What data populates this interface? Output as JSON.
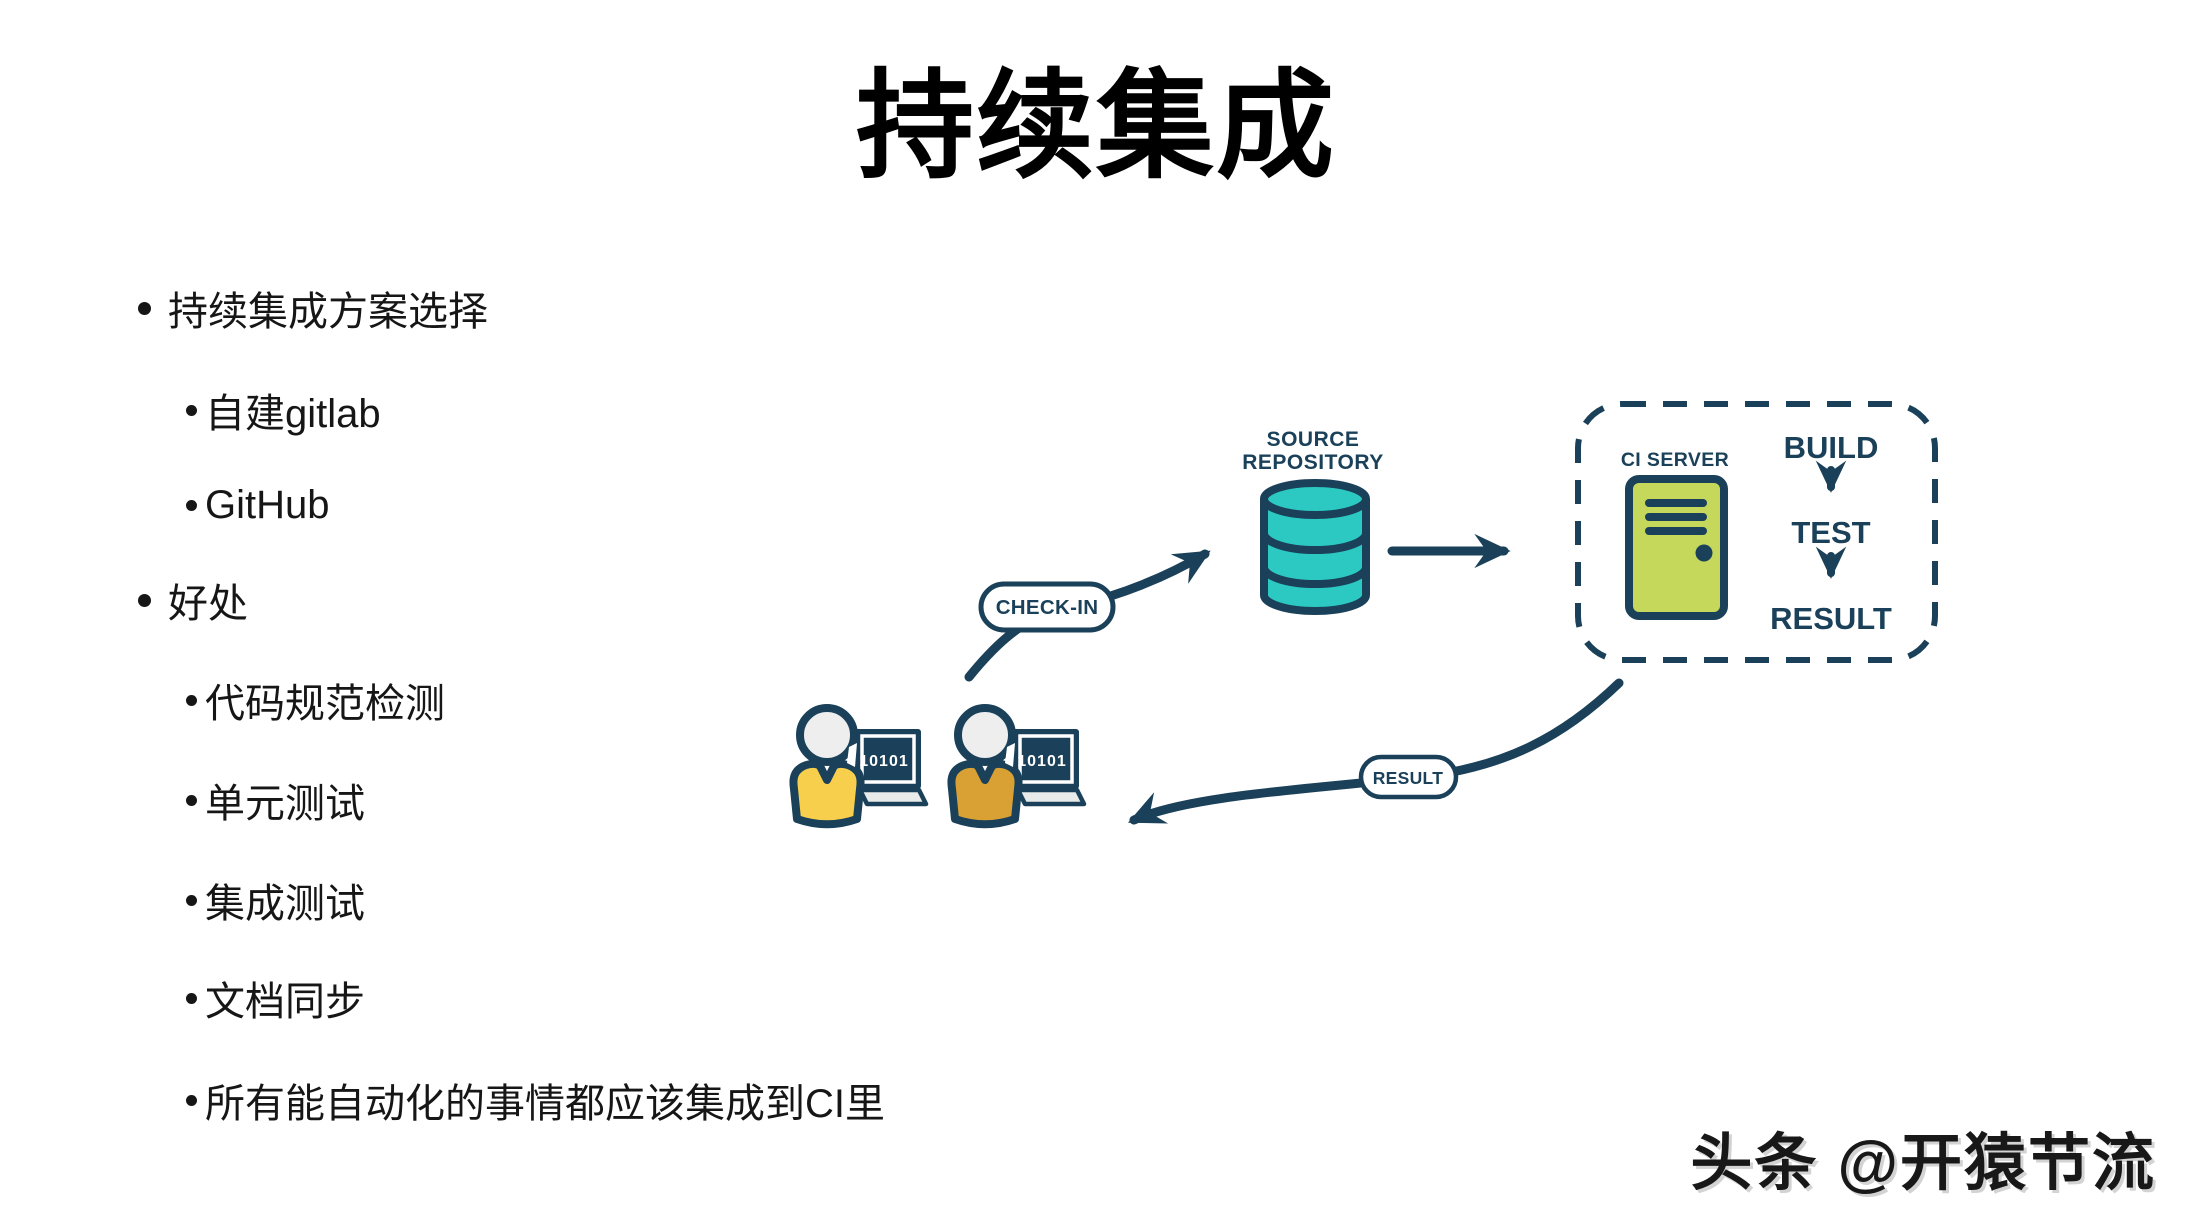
{
  "title": "持续集成",
  "bullets": [
    {
      "level": 1,
      "text": "持续集成方案选择"
    },
    {
      "level": 2,
      "text": "自建gitlab"
    },
    {
      "level": 2,
      "text": "GitHub"
    },
    {
      "level": 1,
      "text": "好处"
    },
    {
      "level": 2,
      "text": "代码规范检测"
    },
    {
      "level": 2,
      "text": "单元测试"
    },
    {
      "level": 2,
      "text": "集成测试"
    },
    {
      "level": 2,
      "text": "文档同步"
    },
    {
      "level": 2,
      "text": "所有能自动化的事情都应该集成到CI里"
    }
  ],
  "diagram": {
    "check_in_label": "CHECK-IN",
    "source_repository_line1": "SOURCE",
    "source_repository_line2": "REPOSITORY",
    "ci_server_label": "CI SERVER",
    "build_label": "BUILD",
    "test_label": "TEST",
    "result_label": "RESULT",
    "result_pill_label": "RESULT",
    "laptop_screen_text": "10101",
    "colors": {
      "navy": "#1a4159",
      "teal": "#2cc9c2",
      "green": "#c6d85c",
      "yellow": "#f8cf4d",
      "amber": "#d9a033",
      "head_gray": "#eeeeee",
      "laptop_base": "#e9ebea",
      "pill_fill": "#ffffff"
    }
  },
  "watermark": "头条 @开猿节流"
}
